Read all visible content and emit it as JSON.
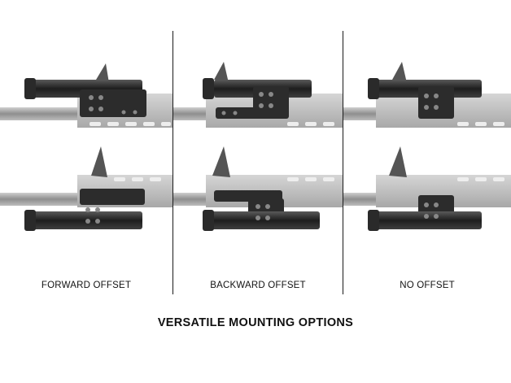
{
  "panels": [
    {
      "caption": "FORWARD OFFSET"
    },
    {
      "caption": "BACKWARD OFFSET"
    },
    {
      "caption": "NO OFFSET"
    }
  ],
  "footer": {
    "title": "VERSATILE MOUNTING OPTIONS"
  },
  "colors": {
    "background": "#ffffff",
    "text": "#111111",
    "rail": "#b9b9b9",
    "barrel": "#9a9a9a",
    "light": "#2b2b2b"
  }
}
